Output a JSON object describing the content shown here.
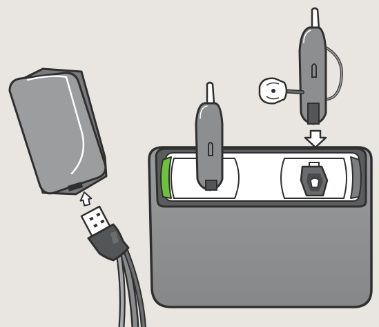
{
  "illustration": {
    "background_color": "#e9e6e1",
    "outline_color": "#2f2f2f",
    "device_gray": "#8d8e90",
    "device_dark": "#555657",
    "insert_white": "#ffffff",
    "charge_indicator_color": "#6bc23b",
    "idle_indicator_color": "#7d7e80",
    "elements": [
      "power-adapter",
      "usb-cable",
      "charging-case",
      "hearing-aid-docked",
      "hearing-aid-inserting",
      "ear-dome",
      "arrow-up-icon",
      "arrow-down-icon"
    ]
  }
}
